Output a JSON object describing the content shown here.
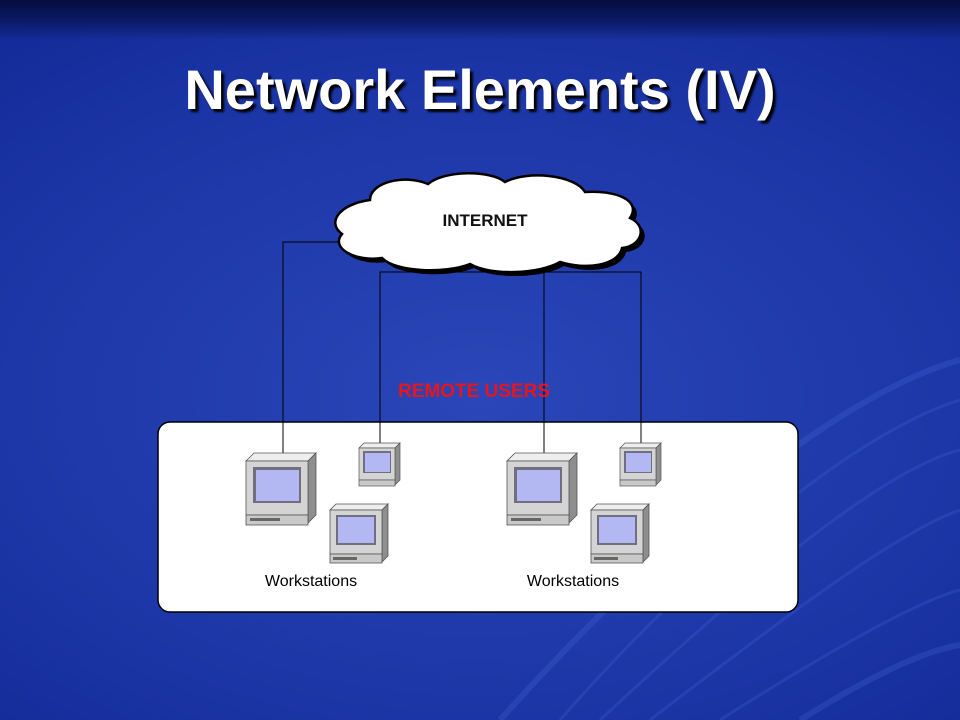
{
  "slide": {
    "title": "Network Elements (IV)"
  },
  "diagram": {
    "cloud_label": "INTERNET",
    "group_label": "REMOTE USERS",
    "workstation_groups": [
      {
        "label": "Workstations"
      },
      {
        "label": "Workstations"
      }
    ]
  },
  "colors": {
    "background": "#1c35a6",
    "title_text": "#ffffff",
    "group_label": "#e8151b",
    "panel": "#ffffff",
    "cloud": "#ffffff",
    "screen": "#b4b8f2",
    "computer_body": "#d4d4d4"
  }
}
